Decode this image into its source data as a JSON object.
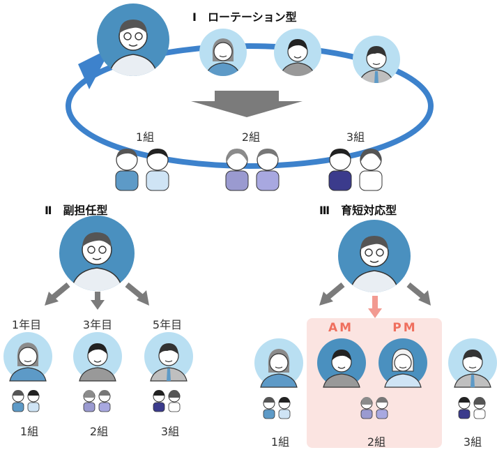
{
  "sections": {
    "rotation": {
      "title": "Ⅰ　ローテーション型",
      "classes": [
        "1組",
        "2組",
        "3組"
      ]
    },
    "sub": {
      "title": "Ⅱ　副担任型",
      "grades": [
        "1年目",
        "3年目",
        "5年目"
      ],
      "classes": [
        "1組",
        "2組",
        "3組"
      ]
    },
    "short": {
      "title": "Ⅲ　育短対応型",
      "am": "AM",
      "pm": "PM",
      "classes": [
        "1組",
        "2組",
        "3組"
      ]
    }
  },
  "colors": {
    "ring": "#3d82cc",
    "avatar_bg_dark": "#4a90bf",
    "avatar_bg_light": "#b9dff2",
    "arrow_gray": "#7b7b7b",
    "arrow_pink": "#f29a91",
    "highlight_box": "#fbe4e1",
    "accent_text": "#ef6f5e"
  }
}
